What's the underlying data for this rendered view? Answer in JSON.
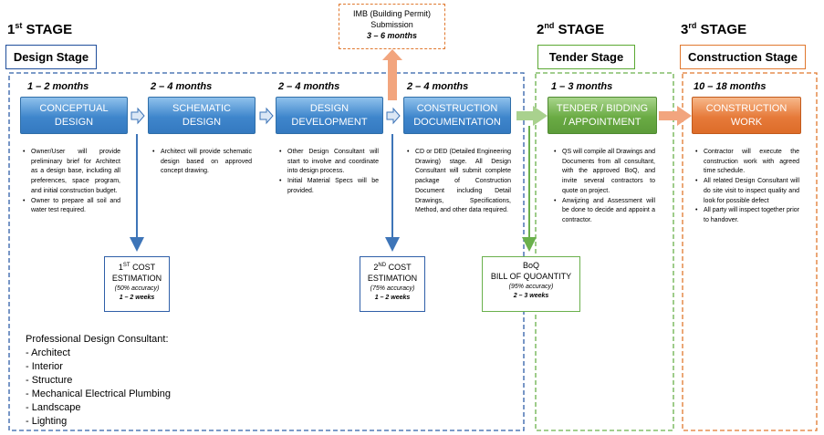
{
  "stages": [
    {
      "num": "1",
      "suffix": "st",
      "word": "STAGE",
      "label": "Design Stage",
      "color": "#1f4e9b"
    },
    {
      "num": "2",
      "suffix": "nd",
      "word": "STAGE",
      "label": "Tender Stage",
      "color": "#5aa832"
    },
    {
      "num": "3",
      "suffix": "rd",
      "word": "STAGE",
      "label": "Construction Stage",
      "color": "#e0782e"
    }
  ],
  "imb": {
    "line1": "IMB (Building Permit)",
    "line2": "Submission",
    "duration": "3 – 6 months"
  },
  "phases": [
    {
      "duration": "1 – 2 months",
      "line1": "CONCEPTUAL",
      "line2": "DESIGN",
      "bullets": [
        "Owner/User will provide preliminary brief for Architect as a design base, including all preferences, space program, and initial construction budget.",
        "Owner to prepare all soil and water test required."
      ]
    },
    {
      "duration": "2 – 4 months",
      "line1": "SCHEMATIC",
      "line2": "DESIGN",
      "bullets": [
        "Architect will provide schematic design based on approved concept drawing."
      ]
    },
    {
      "duration": "2 – 4 months",
      "line1": "DESIGN",
      "line2": "DEVELOPMENT",
      "bullets": [
        "Other Design Consultant will start to involve and coordinate into design process.",
        "Initial Material Specs will be provided."
      ]
    },
    {
      "duration": "2 – 4 months",
      "line1": "CONSTRUCTION",
      "line2": "DOCUMENTATION",
      "bullets": [
        "CD or DED (Detailed Engineering Drawing) stage. All Design Consultant will submit complete package of Construction Document including Detail Drawings, Specifications, Method, and other data required."
      ]
    },
    {
      "duration": "1 – 3 months",
      "line1": "TENDER / BIDDING",
      "line2": "/ APPOINTMENT",
      "bullets": [
        "QS will compile all Drawings and Documents from all consultant, with the approved BoQ, and invite several contractors to quote on project.",
        "Anwijzing and Assessment will be done to decide and appoint a contractor."
      ]
    },
    {
      "duration": "10 – 18 months",
      "line1": "CONSTRUCTION",
      "line2": "WORK",
      "bullets": [
        "Contractor will execute the construction work with agreed time schedule.",
        "All related Design Consultant will do site visit to inspect quality and look for possible defect",
        "All party will inspect together prior to handover."
      ]
    }
  ],
  "estimations": [
    {
      "num": "1",
      "sup": "ST",
      "title": "COST",
      "line2": "ESTIMATION",
      "accuracy": "(50% accuracy)",
      "weeks": "1 – 2 weeks"
    },
    {
      "num": "2",
      "sup": "ND",
      "title": "COST",
      "line2": "ESTIMATION",
      "accuracy": "(75% accuracy)",
      "weeks": "1 – 2 weeks"
    },
    {
      "line1": "BoQ",
      "line2": "BILL OF QUOANTITY",
      "accuracy": "(95% accuracy)",
      "weeks": "2 – 3 weeks"
    }
  ],
  "consultants": {
    "title": "Professional Design Consultant:",
    "items": [
      "- Architect",
      "- Interior",
      "- Structure",
      "- Mechanical Electrical Plumbing",
      "- Landscape",
      "- Lighting"
    ]
  }
}
